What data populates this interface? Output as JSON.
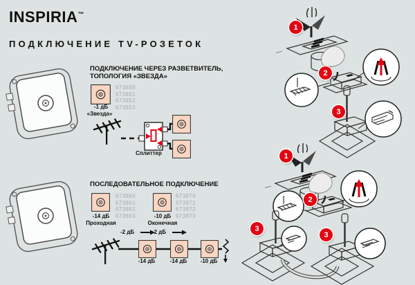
{
  "colors": {
    "background": "#dde3e2",
    "accent_red": "#e30613",
    "socket_fill": "#f9d6c3",
    "code_gray": "#b4bdbc",
    "text": "#101010"
  },
  "logo": {
    "brand": "INSPIRIA",
    "tm": "™"
  },
  "page_title": "ПОДКЛЮЧЕНИЕ TV-РОЗЕТОК",
  "star_section": {
    "heading_line1": "ПОДКЛЮЧЕНИЕ ЧЕРЕЗ РАЗВЕТВИТЕЛЬ,",
    "heading_line2": "ТОПОЛОГИЯ «ЗВЕЗДА»",
    "socket": {
      "attenuation": "-1 дБ",
      "type_label": "«Звезда»",
      "codes": [
        "673850",
        "673851",
        "673852",
        "673853"
      ]
    },
    "splitter_label": "Сплиттер"
  },
  "series_section": {
    "heading": "ПОСЛЕДОВАТЕЛЬНОЕ ПОДКЛЮЧЕНИЕ",
    "pass_socket": {
      "attenuation": "-14 дБ",
      "type_label": "Проходная",
      "codes": [
        "673860",
        "673861",
        "673862",
        "673863"
      ]
    },
    "end_socket": {
      "attenuation": "-10 дБ",
      "type_label": "Оконечная",
      "codes": [
        "673870",
        "673871",
        "673872",
        "673873"
      ]
    },
    "chain": {
      "link_losses": [
        "-2 дБ",
        "-2 дБ"
      ],
      "socket_losses": [
        "-14 дБ",
        "-14 дБ",
        "-10 дБ"
      ]
    }
  },
  "install_steps": {
    "star": [
      "1",
      "2",
      "3"
    ],
    "series": [
      "1",
      "2",
      "3",
      "3"
    ]
  }
}
